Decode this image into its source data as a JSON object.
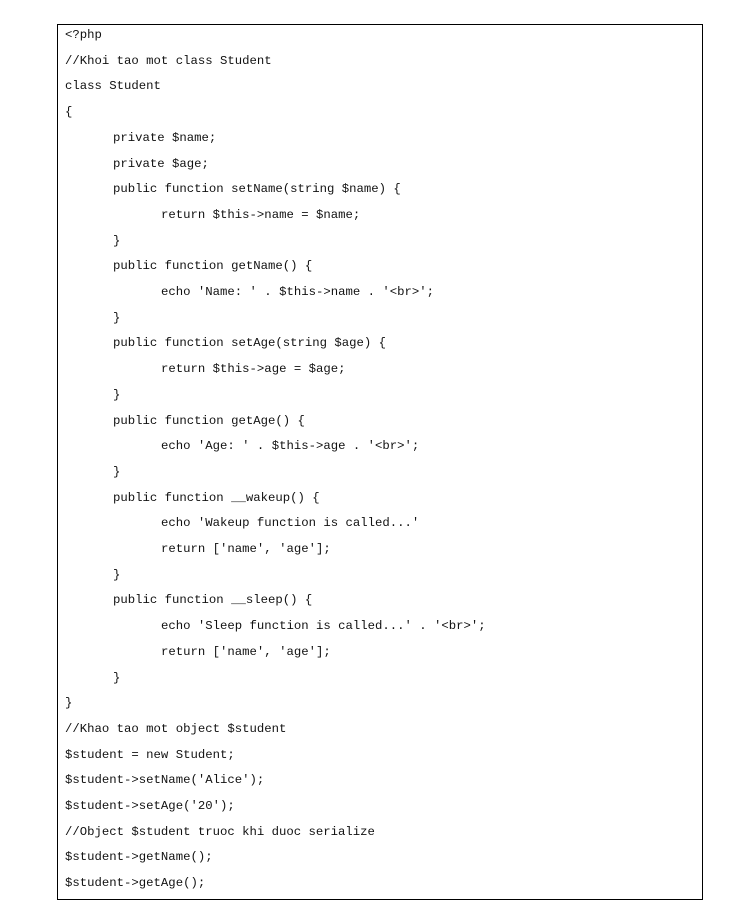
{
  "code": {
    "language": "php",
    "lines": [
      {
        "indent": 0,
        "text": "<?php"
      },
      {
        "indent": 0,
        "text": "//Khoi tao mot class Student"
      },
      {
        "indent": 0,
        "text": "class Student"
      },
      {
        "indent": 0,
        "text": "{"
      },
      {
        "indent": 1,
        "text": "private $name;"
      },
      {
        "indent": 1,
        "text": "private $age;"
      },
      {
        "indent": 1,
        "text": "public function setName(string $name) {"
      },
      {
        "indent": 2,
        "text": "return $this->name = $name;"
      },
      {
        "indent": 1,
        "text": "}"
      },
      {
        "indent": 1,
        "text": "public function getName() {"
      },
      {
        "indent": 2,
        "text": "echo 'Name: ' . $this->name . '<br>';"
      },
      {
        "indent": 1,
        "text": "}"
      },
      {
        "indent": 1,
        "text": "public function setAge(string $age) {"
      },
      {
        "indent": 2,
        "text": "return $this->age = $age;"
      },
      {
        "indent": 1,
        "text": "}"
      },
      {
        "indent": 1,
        "text": "public function getAge() {"
      },
      {
        "indent": 2,
        "text": "echo 'Age: ' . $this->age . '<br>';"
      },
      {
        "indent": 1,
        "text": "}"
      },
      {
        "indent": 1,
        "text": "public function __wakeup() {"
      },
      {
        "indent": 2,
        "text": "echo 'Wakeup function is called...'"
      },
      {
        "indent": 2,
        "text": "return ['name', 'age'];"
      },
      {
        "indent": 1,
        "text": "}"
      },
      {
        "indent": 1,
        "text": "public function __sleep() {"
      },
      {
        "indent": 2,
        "text": "echo 'Sleep function is called...' . '<br>';"
      },
      {
        "indent": 2,
        "text": "return ['name', 'age'];"
      },
      {
        "indent": 1,
        "text": "}"
      },
      {
        "indent": 0,
        "text": "}"
      },
      {
        "indent": 0,
        "text": "//Khao tao mot object $student"
      },
      {
        "indent": 0,
        "text": "$student = new Student;"
      },
      {
        "indent": 0,
        "text": "$student->setName('Alice');"
      },
      {
        "indent": 0,
        "text": "$student->setAge('20');"
      },
      {
        "indent": 0,
        "text": "//Object $student truoc khi duoc serialize"
      },
      {
        "indent": 0,
        "text": "$student->getName();"
      },
      {
        "indent": 0,
        "text": "$student->getAge();"
      }
    ]
  }
}
